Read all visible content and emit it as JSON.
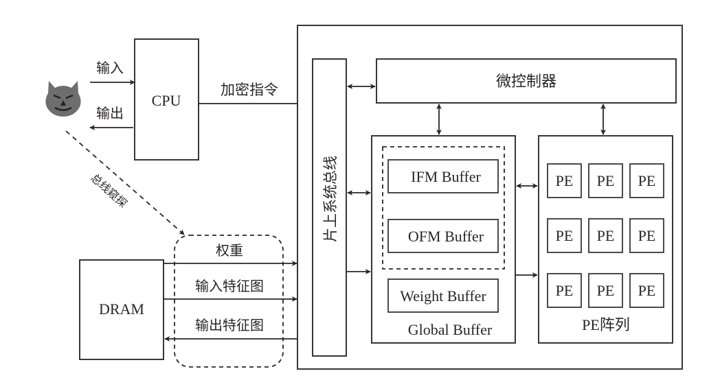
{
  "diagram": {
    "attacker": {
      "icon": "devil-face-icon",
      "color": "#6e6e6e"
    },
    "cpu": {
      "label": "CPU",
      "input_label": "输入",
      "output_label": "输出"
    },
    "encrypted_instruction_label": "加密指令",
    "bus_snooping_label": "总线窥探",
    "dram": {
      "label": "DRAM"
    },
    "data_flows": {
      "weights": "权重",
      "input_feature_map": "输入特征图",
      "output_feature_map": "输出特征图"
    },
    "accelerator": {
      "soc_bus_label": "片上系统总线",
      "microcontroller_label": "微控制器",
      "global_buffer": {
        "label": "Global Buffer",
        "ifm_buffer": "IFM Buffer",
        "ofm_buffer": "OFM Buffer",
        "weight_buffer": "Weight Buffer"
      },
      "pe_array": {
        "label": "PE阵列",
        "pe_label": "PE",
        "rows": 3,
        "cols": 3
      }
    },
    "colors": {
      "stroke": "#3a3433",
      "text": "#2b2524",
      "background": "#ffffff"
    }
  }
}
